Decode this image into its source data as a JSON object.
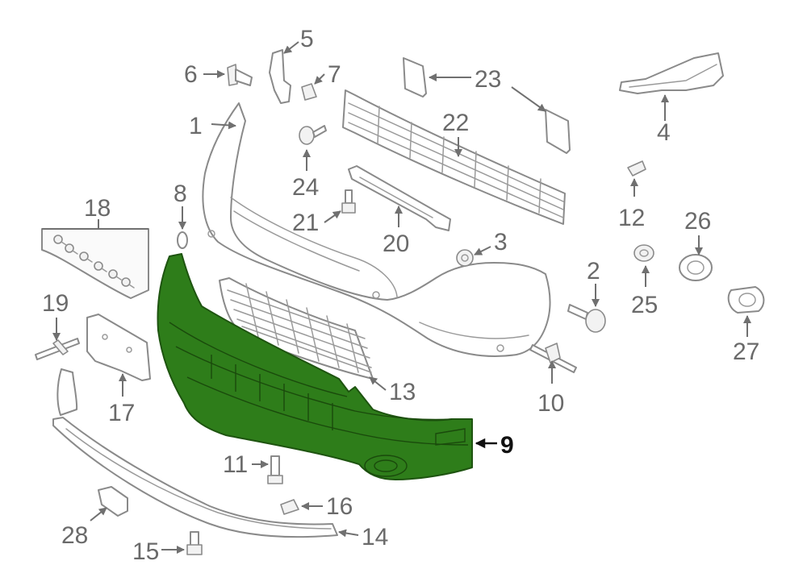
{
  "diagram": {
    "highlight_color": "#2e7d1a",
    "highlighted_callout": "9",
    "callouts": {
      "c1": "1",
      "c2": "2",
      "c3": "3",
      "c4": "4",
      "c5": "5",
      "c6": "6",
      "c7": "7",
      "c8": "8",
      "c9": "9",
      "c10": "10",
      "c11": "11",
      "c12": "12",
      "c13": "13",
      "c14": "14",
      "c15": "15",
      "c16": "16",
      "c17": "17",
      "c18": "18",
      "c19": "19",
      "c20": "20",
      "c21": "21",
      "c22": "22",
      "c23": "23",
      "c24": "24",
      "c25": "25",
      "c26": "26",
      "c27": "27",
      "c28": "28"
    }
  }
}
